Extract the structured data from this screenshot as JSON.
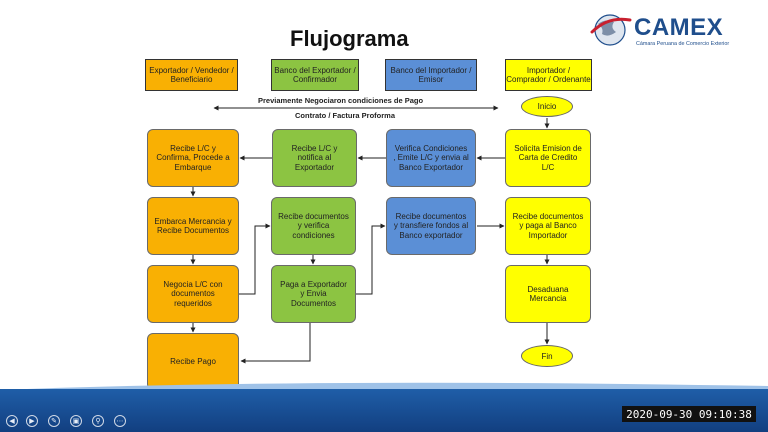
{
  "title": "Flujograma",
  "logo": {
    "name": "CAMEX",
    "subtitle": "Cámara Peruana de Comercio Exterior"
  },
  "headers": {
    "exportador": "Exportador / Vendedor / Beneficiario",
    "banco_exportador": "Banco del Exportador / Confirmador",
    "banco_importador": "Banco del Importador / Emisor",
    "importador": "Importador / Comprador / Ordenante"
  },
  "notes": {
    "previamente": "Previamente Negociaron condiciones de Pago",
    "contrato": "Contrato / Factura Proforma"
  },
  "steps": {
    "inicio": "Inicio",
    "solicita": "Solicita Emision de Carta de Credito L/C",
    "verifica": "Verifica Condiciones , Emite L/C y envia al Banco Exportador",
    "recibe_notifica": "Recibe L/C y notifica al Exportador",
    "recibe_confirma": "Recibe L/C y Confirma, Procede a Embarque",
    "embarca": "Embarca Mercancia y Recibe Documentos",
    "negocia": "Negocia L/C con documentos requeridos",
    "recibe_verifica": "Recibe documentos y verifica condiciones",
    "paga_exportador": "Paga a Exportador y Envia Documentos",
    "recibe_pago": "Recibe Pago",
    "recibe_transfiere": "Recibe documentos y transfiere fondos al Banco exportador",
    "recibe_paga": "Recibe documentos y paga al Banco Importador",
    "desaduana": "Desaduana Mercancia",
    "fin": "Fin"
  },
  "timestamp": "2020-09-30 09:10:38",
  "colors": {
    "exportador": "#f9b003",
    "banco_exportador": "#8cc442",
    "banco_importador": "#5b8fd6",
    "importador": "#ffff00",
    "brand": "#1f4e8c"
  },
  "player_controls": [
    "prev-icon",
    "next-icon",
    "pen-icon",
    "window-icon",
    "zoom-icon",
    "more-icon"
  ]
}
